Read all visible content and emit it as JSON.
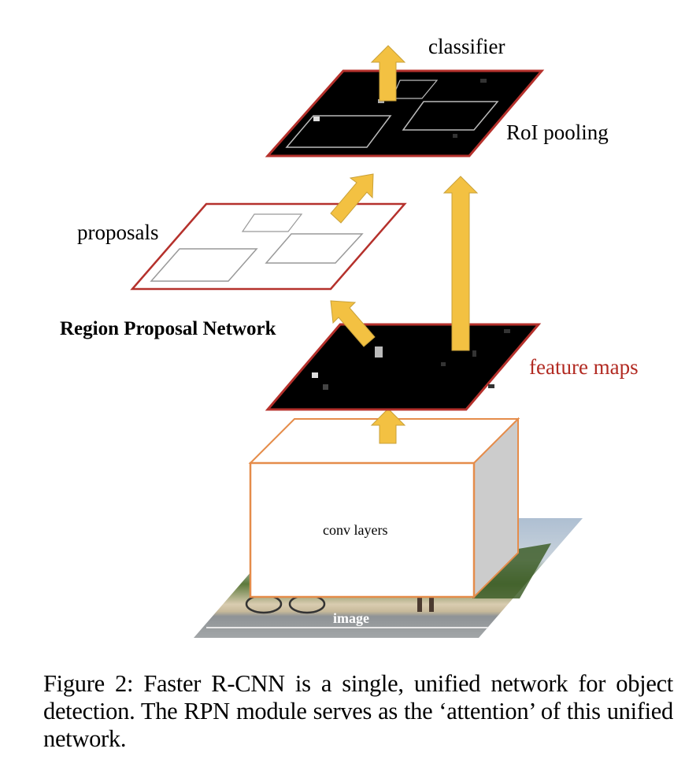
{
  "figure": {
    "title": "Faster R-CNN architecture diagram",
    "labels": {
      "classifier": "classifier",
      "roi_pooling": "RoI pooling",
      "proposals": "proposals",
      "rpn": "Region Proposal Network",
      "feature_maps": "feature maps",
      "conv_layers": "conv layers",
      "image": "image"
    },
    "colors": {
      "arrow_fill": "#f3c142",
      "arrow_stroke": "#c9a13a",
      "map_border": "#b5312c",
      "box_border": "#e58c4a",
      "box_side": "#cccccc",
      "feature_map_fill": "#000000",
      "label_feature_maps": "#b22a22"
    }
  },
  "caption": {
    "text": "Figure 2: Faster R-CNN is a single, unified network for object detection. The RPN module serves as the ‘attention’ of this unified network."
  }
}
